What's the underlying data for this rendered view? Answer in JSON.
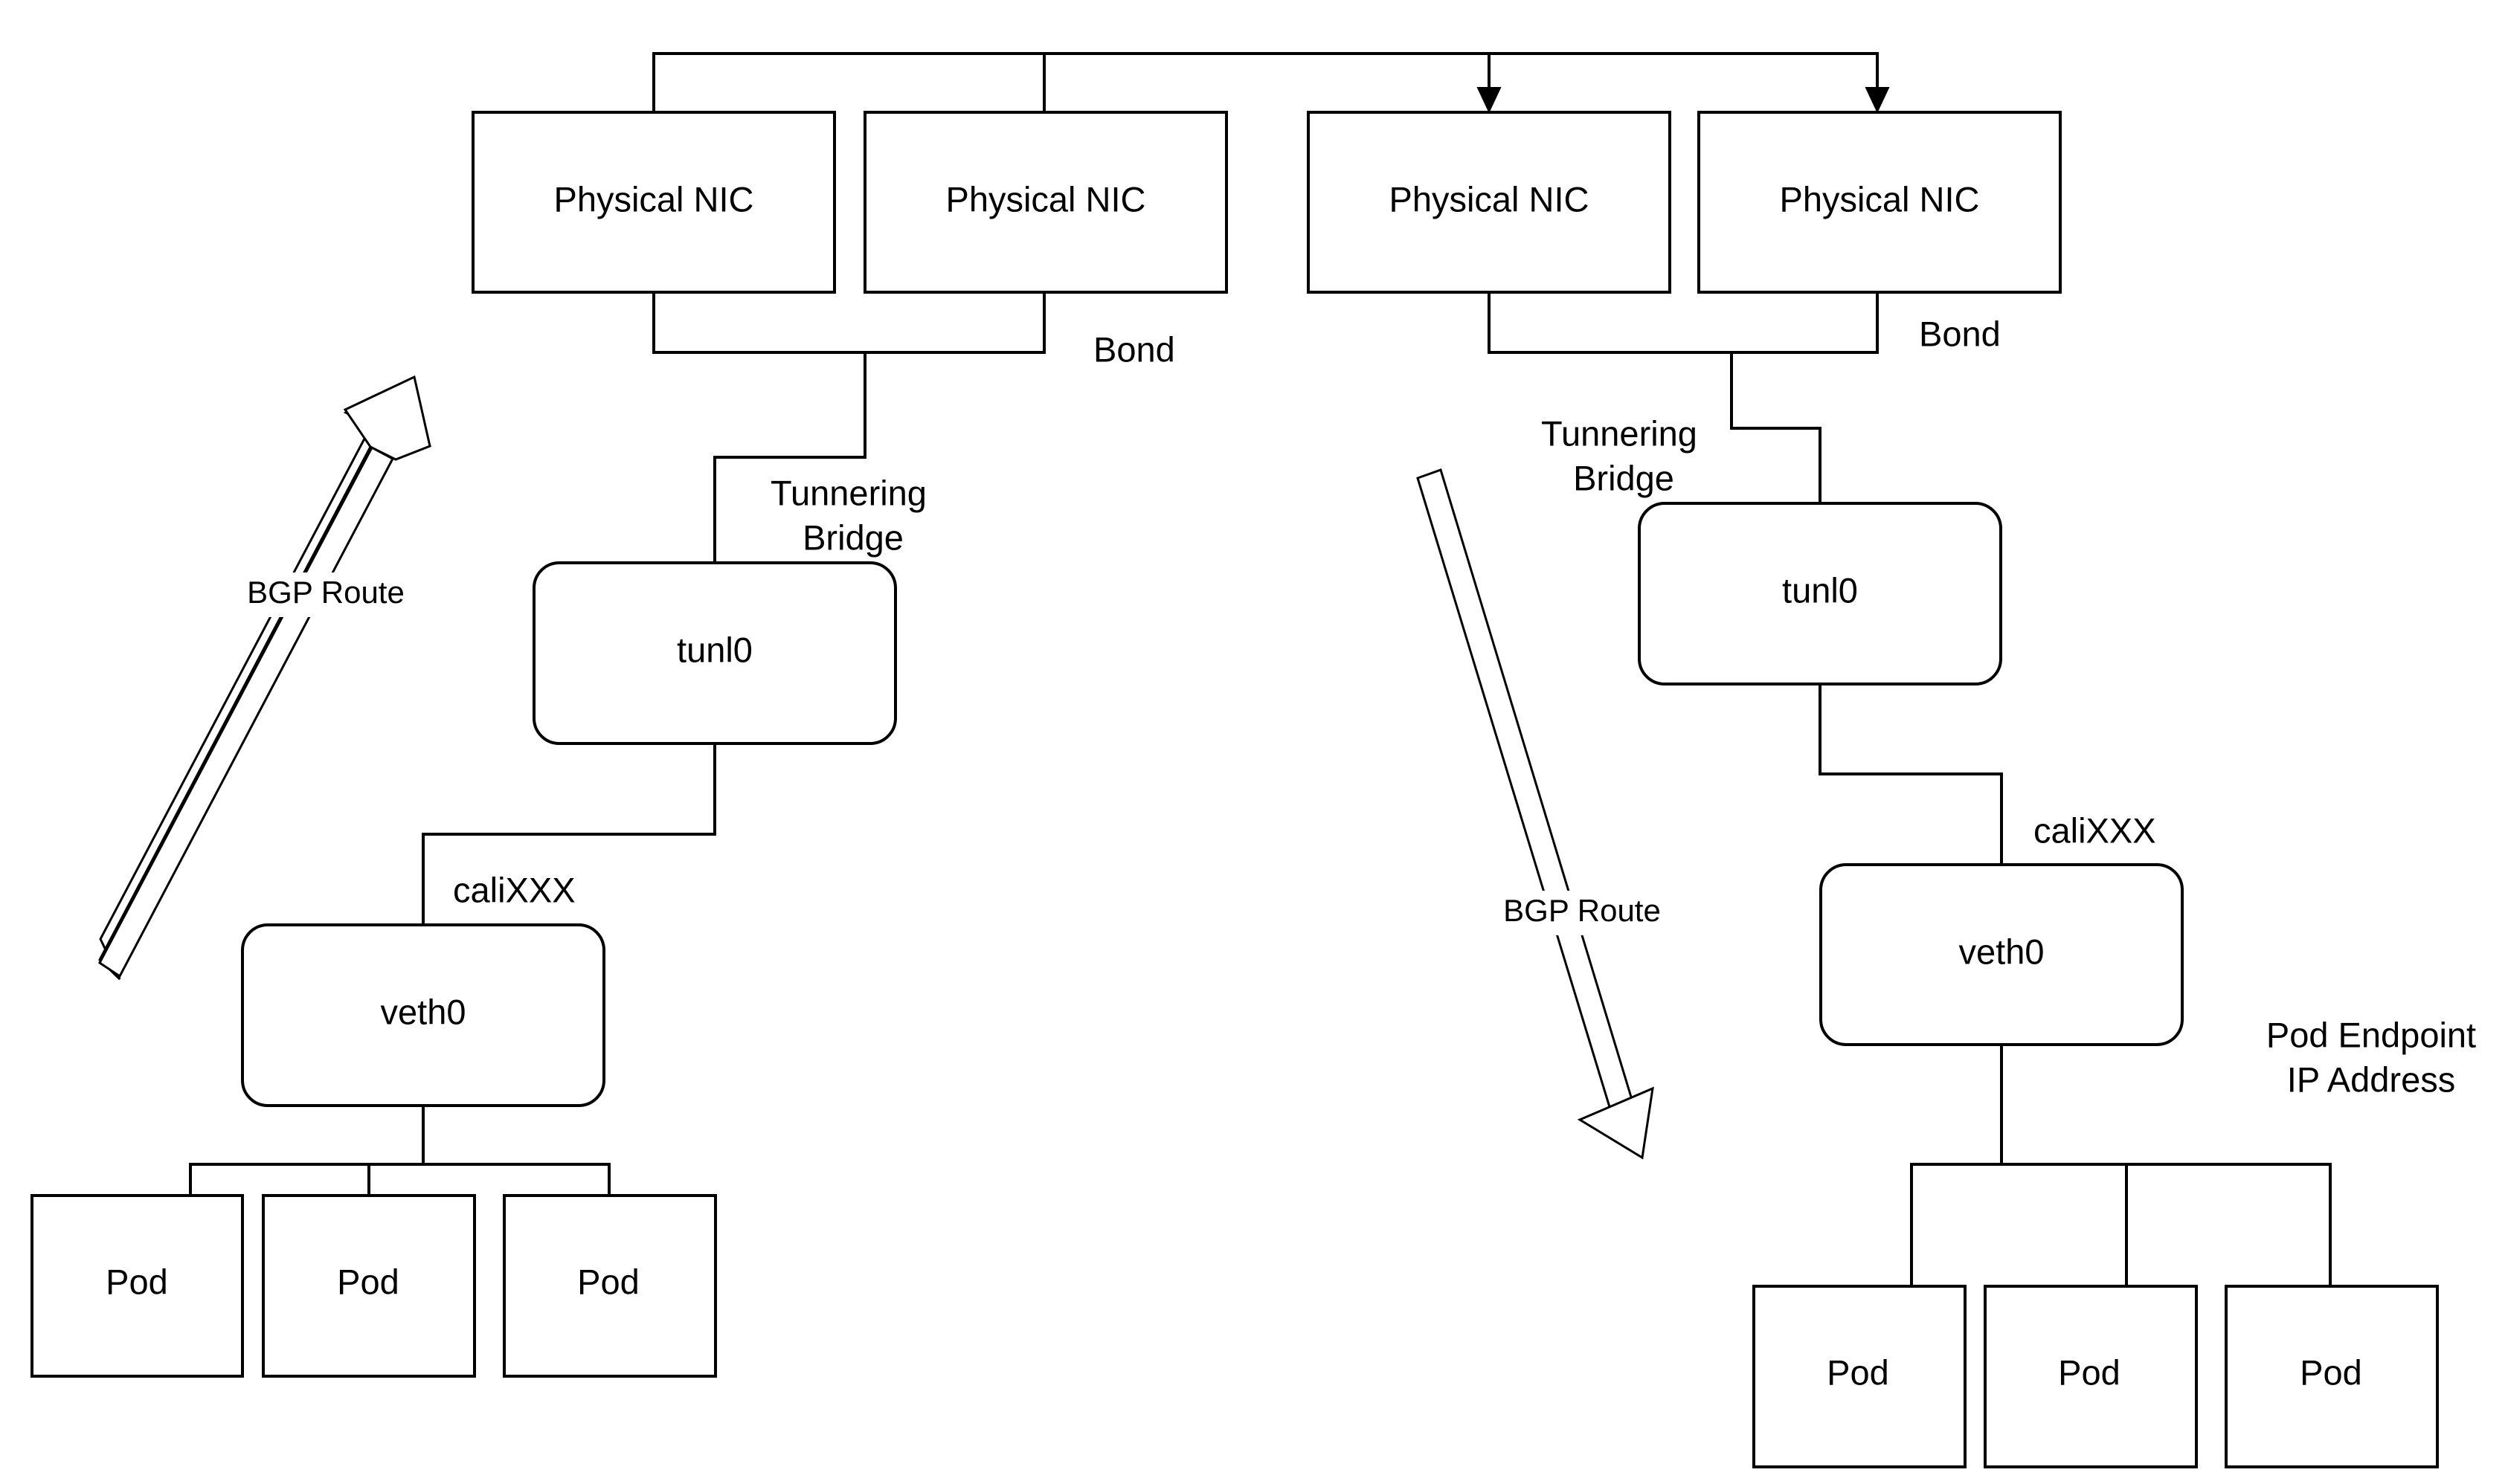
{
  "nodes": {
    "nic_1": "Physical NIC",
    "nic_2": "Physical NIC",
    "nic_3": "Physical NIC",
    "nic_4": "Physical NIC",
    "tunl_left": "tunl0",
    "tunl_right": "tunl0",
    "veth_left": "veth0",
    "veth_right": "veth0",
    "pod_left_1": "Pod",
    "pod_left_2": "Pod",
    "pod_left_3": "Pod",
    "pod_right_1": "Pod",
    "pod_right_2": "Pod",
    "pod_right_3": "Pod"
  },
  "labels": {
    "bond_left": "Bond",
    "bond_right": "Bond",
    "bridge_left": [
      "Tunnering",
      "Bridge"
    ],
    "bridge_right": [
      "Tunnering",
      "Bridge"
    ],
    "cali_left": "caliXXX",
    "cali_right": "caliXXX",
    "pod_endpoint": [
      "Pod Endpoint",
      "IP Address"
    ]
  },
  "routes": {
    "left": "BGP Route",
    "right": "BGP Route"
  }
}
